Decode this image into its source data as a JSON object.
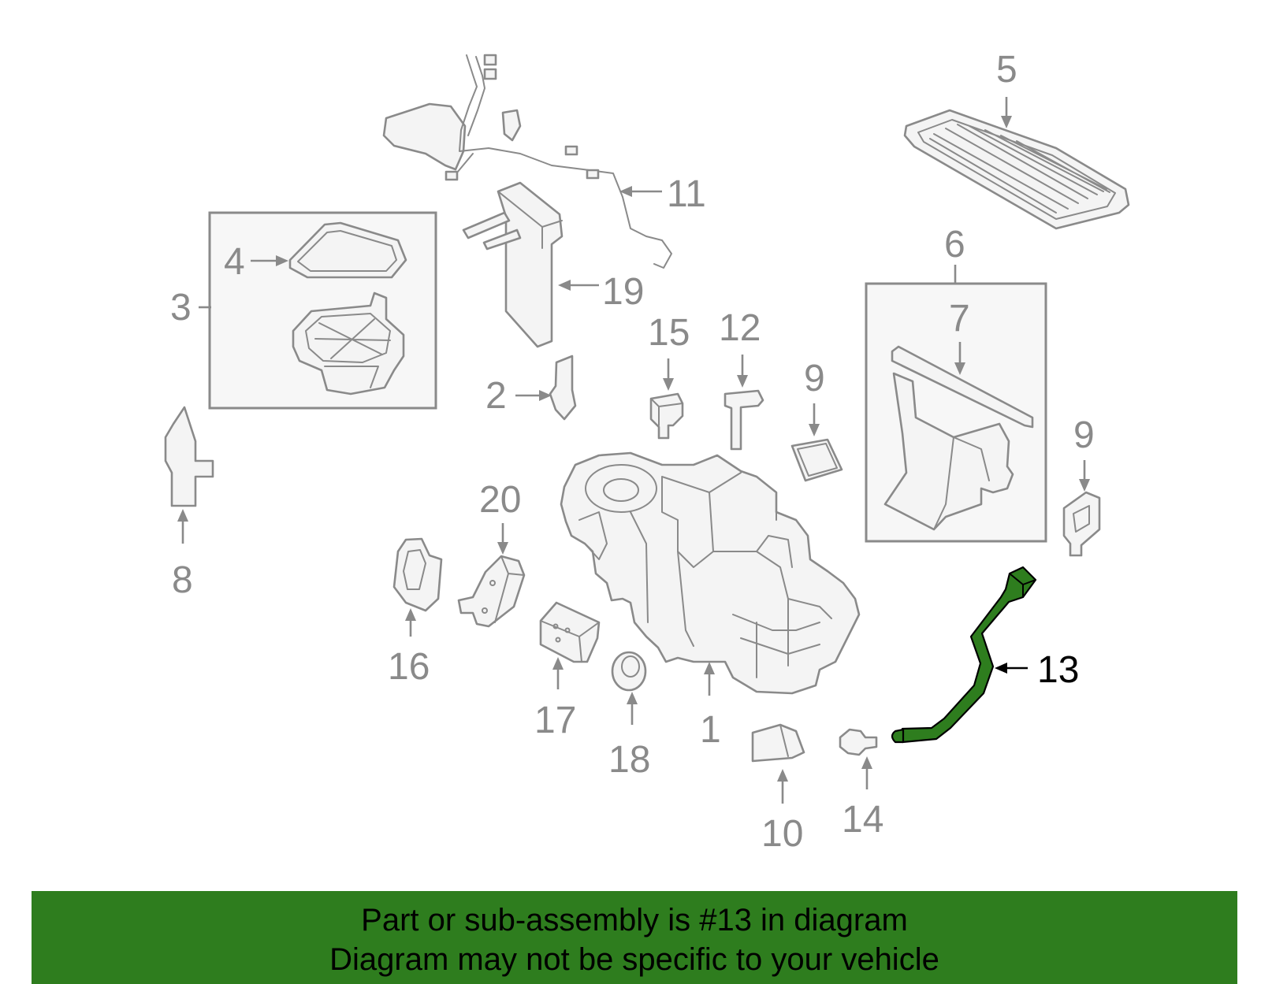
{
  "callouts": {
    "c1": "1",
    "c2": "2",
    "c3": "3",
    "c4": "4",
    "c5": "5",
    "c6": "6",
    "c7": "7",
    "c8": "8",
    "c9a": "9",
    "c9b": "9",
    "c10": "10",
    "c11": "11",
    "c12": "12",
    "c13": "13",
    "c14": "14",
    "c15": "15",
    "c16": "16",
    "c17": "17",
    "c18": "18",
    "c19": "19",
    "c20": "20"
  },
  "highlight": {
    "part_number": "13",
    "color": "#2e7d1e"
  },
  "banner": {
    "line1": "Part or sub-assembly is #13 in diagram",
    "line2": "Diagram may not be specific to your vehicle",
    "background": "#2e7d1e"
  }
}
